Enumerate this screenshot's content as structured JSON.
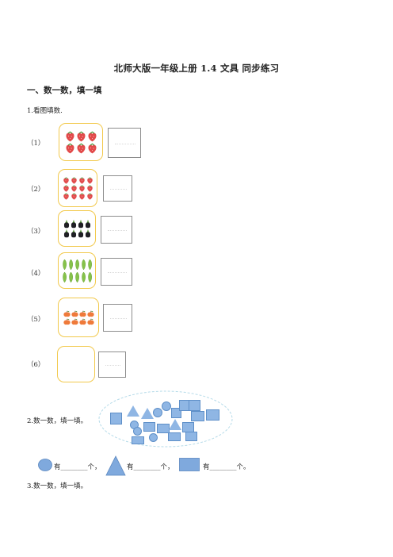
{
  "doc": {
    "title": "北师大版一年级上册 1.4 文具 同步练习",
    "section1": "一、数一数，填一填"
  },
  "q1": {
    "prompt": "1.看图填数.",
    "rows": [
      {
        "label": "（1）",
        "item": "strawberry",
        "count": 6
      },
      {
        "label": "（2）",
        "item": "strawberry",
        "count": 12
      },
      {
        "label": "（3）",
        "item": "eggplant",
        "count": 8
      },
      {
        "label": "（4）",
        "item": "pea-pod",
        "count": 10
      },
      {
        "label": "（5）",
        "item": "apple",
        "count": 8
      },
      {
        "label": "（6）",
        "item": "empty",
        "count": 0
      }
    ]
  },
  "q2": {
    "prompt": "2.数一数，填一填。",
    "circle_text": "有________个，",
    "triangle_text": "有________个，",
    "square_text": "有________个。"
  },
  "q3": {
    "prompt": "3.数一数，填一填。"
  },
  "colors": {
    "frame": "#f2c94c",
    "shape": "#8fb6e4",
    "strawberry": "#e24a4a",
    "eggplant": "#1f1f24",
    "pea": "#86c24a",
    "apple": "#ef7a3a"
  }
}
